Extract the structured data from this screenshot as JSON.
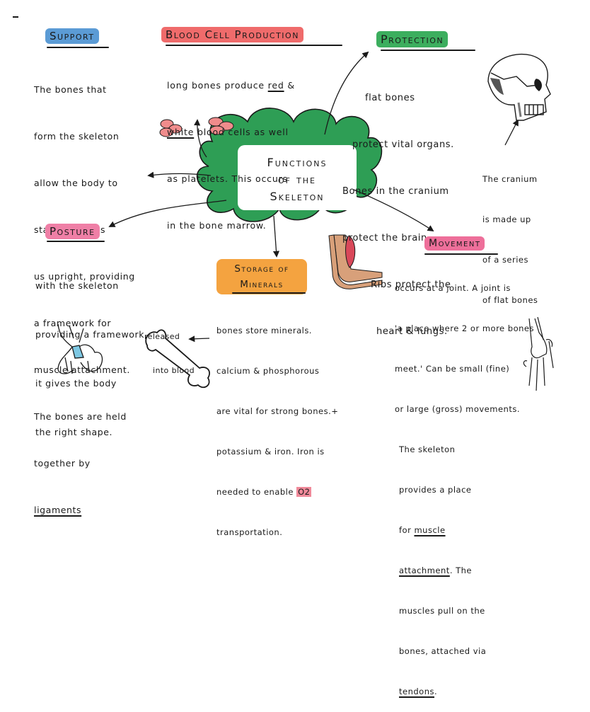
{
  "title": {
    "line1": "Functions",
    "line2": "of the",
    "line3": "Skeleton"
  },
  "colors": {
    "center_cloud": "#2e9e55",
    "support_highlight": "#5b9bd5",
    "blood_highlight": "#ef6b6b",
    "protection_highlight": "#3cae5e",
    "posture_highlight": "#ef7fa6",
    "storage_highlight": "#f4a340",
    "movement_highlight": "#ee6f9a",
    "o2_highlight": "#f08a9a",
    "ink": "#1a1a1a"
  },
  "sections": {
    "support": {
      "heading": "Support",
      "lines": [
        "The bones that",
        "form the skeleton",
        "allow the body to",
        "stand. It keeps",
        "us upright, providing",
        "a framework for",
        "muscle attachment.",
        "The bones are held",
        "together by"
      ],
      "underlined_word": "ligaments"
    },
    "blood": {
      "heading": "Blood Cell Production",
      "line1_pre": "long bones produce ",
      "line1_ul": "red",
      "line1_post": " &",
      "line2_ul": "white",
      "line2_post": " blood cells as well",
      "line3": "as platelets. This occurs",
      "line4": "in the bone marrow."
    },
    "protection": {
      "heading": "Protection",
      "lines": [
        "flat bones",
        "protect vital organs.",
        "Bones in the cranium",
        "protect the brain.",
        "Ribs protect the",
        "heart & lungs."
      ]
    },
    "cranium_note": {
      "lines": [
        "The cranium",
        "is made up",
        "of a series",
        "of flat bones"
      ]
    },
    "posture": {
      "heading": "Posture",
      "lines": [
        "with the skeleton",
        "providing a framework,",
        "it gives the body",
        "the right shape."
      ]
    },
    "storage": {
      "heading_line1": "Storage of",
      "heading_line2": "Minerals",
      "lines": [
        "bones store minerals.",
        "calcium & phosphorous",
        "are vital for strong bones.+",
        "potassium & iron. Iron is"
      ],
      "line5_pre": "needed to enable ",
      "line5_highlight": "O2",
      "line6": "transportation."
    },
    "released_note": {
      "line1": "released",
      "line2": "into blood"
    },
    "movement": {
      "heading": "Movement",
      "lines": [
        "occurs at a joint. A joint is",
        "'a place where 2 or more bones",
        "meet.' Can be small (fine)",
        "or large (gross) movements.",
        "The skeleton",
        "provides a place"
      ],
      "line7_pre": "for ",
      "line7_ul": "muscle",
      "line8_ul": "attachment",
      "line8_post": ". The",
      "line9": "muscles pull on the",
      "line10": "bones, attached via",
      "line11_ul": "tendons",
      "line11_post": "."
    }
  },
  "illustrations": {
    "skull": "skull-side-view",
    "red_blood_cells": "red-blood-cells",
    "arm_muscle": "arm-muscle-diagram",
    "long_bone": "long-bone",
    "pelvis_joint": "hip-joint",
    "knee_joint": "knee-joint"
  }
}
